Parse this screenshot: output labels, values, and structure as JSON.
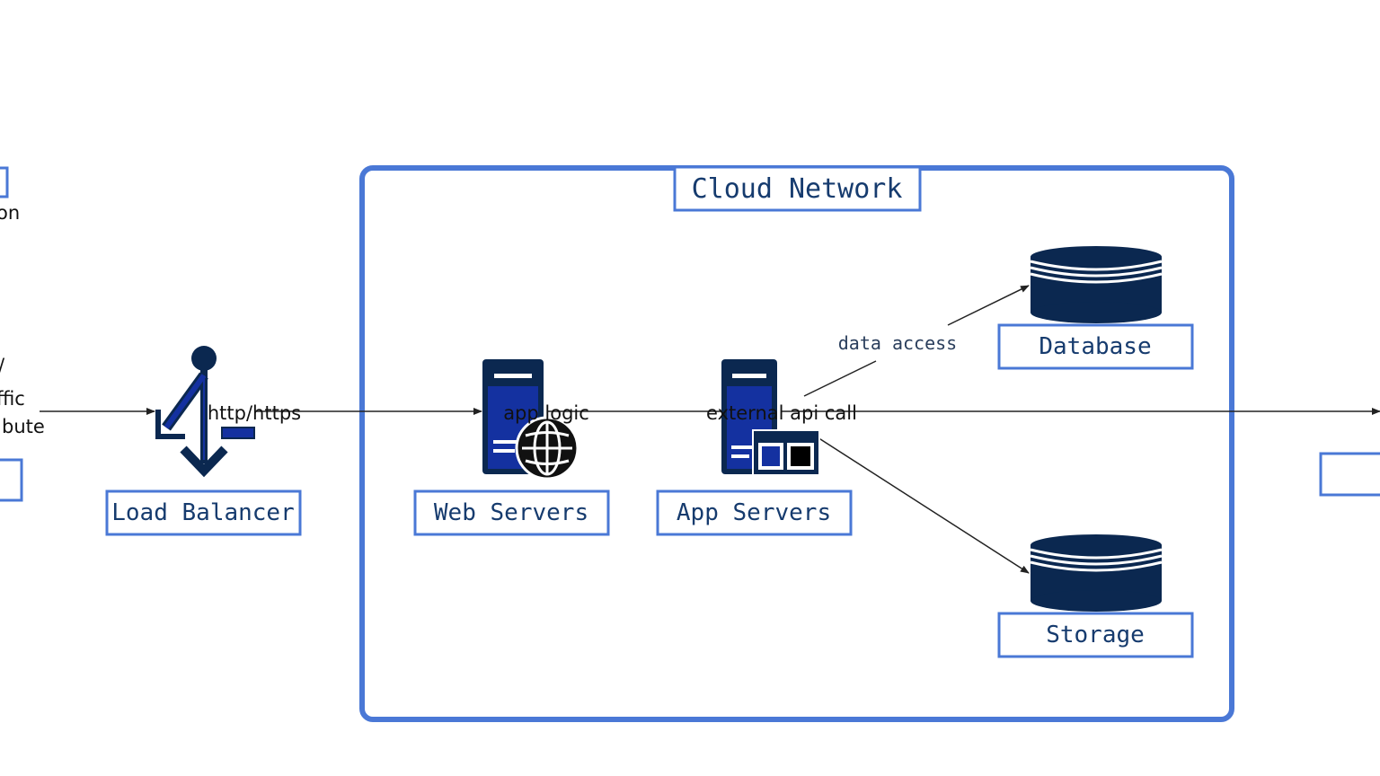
{
  "nodes": {
    "cloud_network": {
      "label": "Cloud Network"
    },
    "load_balancer": {
      "label": "Load Balancer",
      "icon": "load-balancer-icon"
    },
    "web_servers": {
      "label": "Web Servers",
      "icon": "web-server-icon"
    },
    "app_servers": {
      "label": "App Servers",
      "icon": "app-server-icon"
    },
    "database": {
      "label": "Database",
      "icon": "database-icon"
    },
    "storage": {
      "label": "Storage",
      "icon": "storage-icon"
    }
  },
  "edges": {
    "http": {
      "label": "http/https"
    },
    "app_logic": {
      "label": "app logic"
    },
    "external_api": {
      "label": "external api call"
    },
    "data_access": {
      "label": "data access"
    }
  },
  "clipped_left": {
    "text_top": "on",
    "text_mid": "ffic",
    "text_low": "bute",
    "text_tick": "/"
  },
  "colors": {
    "accent_border": "#4a78d6",
    "label_text": "#163b6e",
    "icon_dark": "#0b2850",
    "icon_blue": "#1431a0"
  }
}
